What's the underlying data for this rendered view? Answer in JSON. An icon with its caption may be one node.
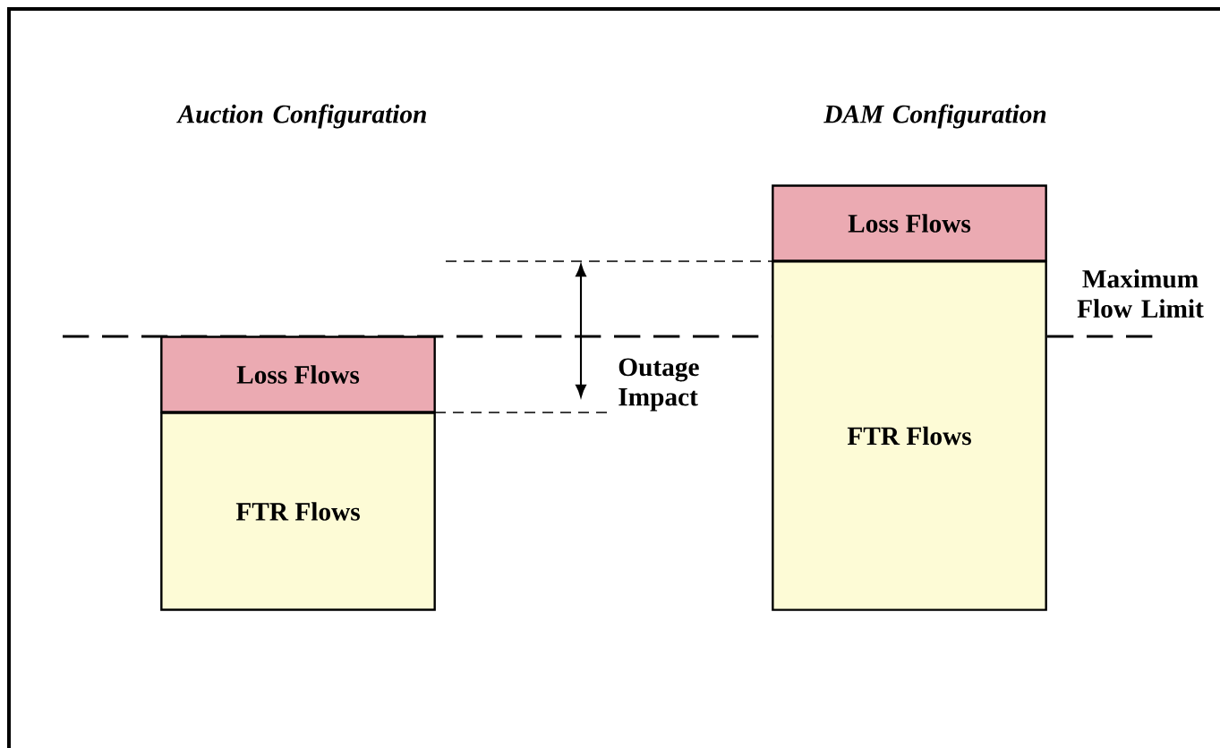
{
  "diagram": {
    "nodes": [
      {
        "text": [
          "Loss Flows"
        ]
      },
      {
        "text": [
          "FTR Flows"
        ]
      },
      {
        "text": [
          "Loss Flows"
        ]
      },
      {
        "text": [
          "FTR Flows"
        ]
      }
    ],
    "edges": [],
    "labels": [
      "Auction Configuration",
      "DAM Configuration",
      "Maximum Flow Limit",
      "Outage Impact"
    ]
  }
}
